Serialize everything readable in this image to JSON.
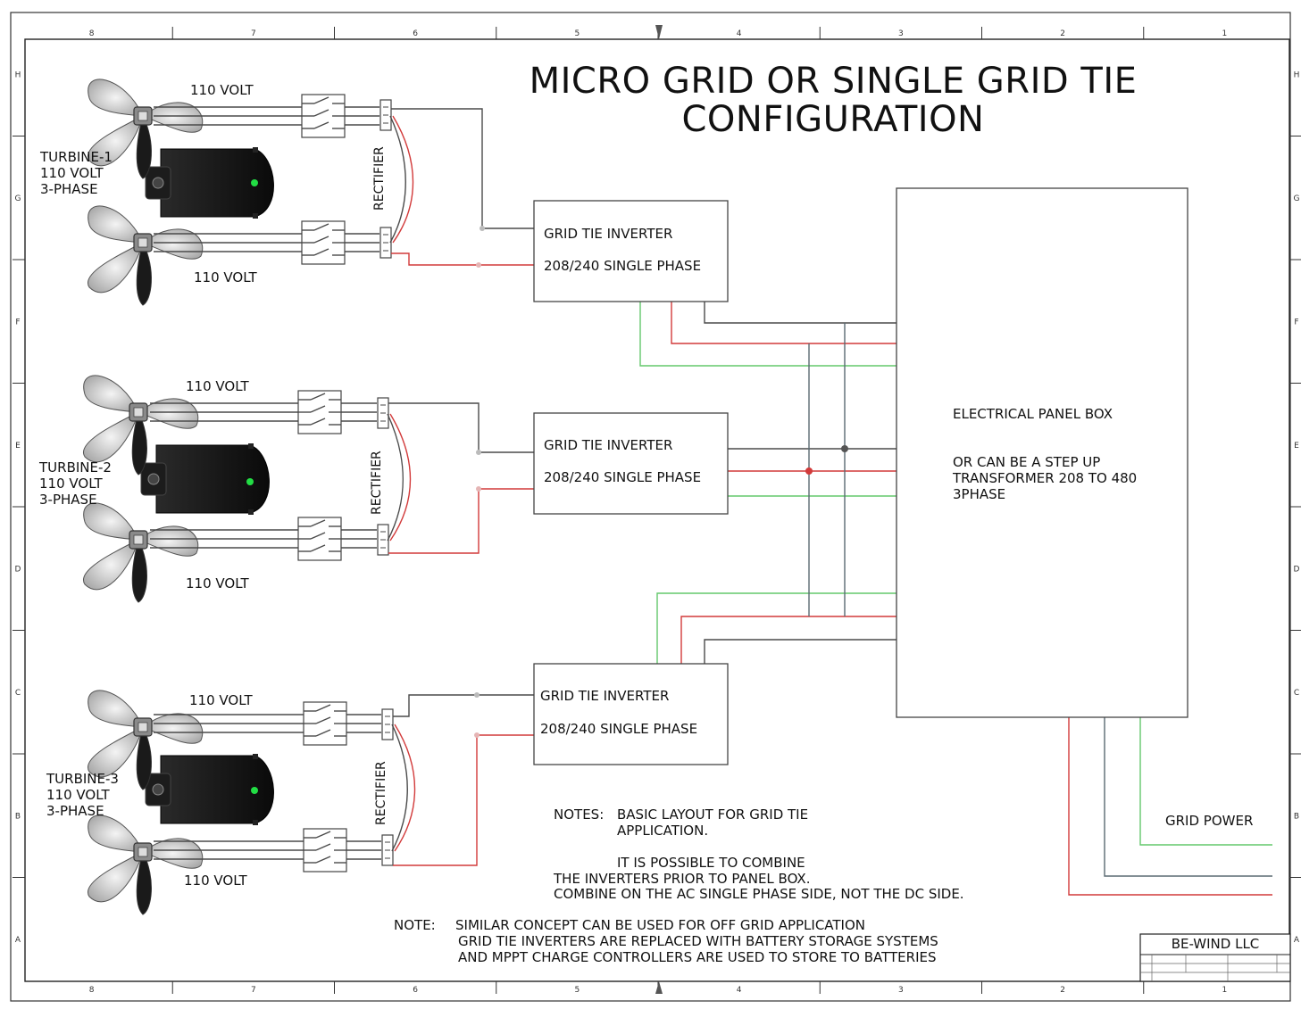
{
  "title": {
    "line1": "MICRO GRID OR SINGLE GRID TIE",
    "line2": "CONFIGURATION"
  },
  "border": {
    "col_labels": [
      "8",
      "7",
      "6",
      "5",
      "4",
      "3",
      "2",
      "1"
    ],
    "row_labels": [
      "H",
      "G",
      "F",
      "E",
      "D",
      "C",
      "B",
      "A"
    ]
  },
  "turbines": [
    {
      "name": "TURBINE-1",
      "line2": "110 VOLT",
      "line3": "3-PHASE",
      "top_voltage": "110 VOLT",
      "bottom_voltage": "110 VOLT",
      "rectifier": "RECTIFIER"
    },
    {
      "name": "TURBINE-2",
      "line2": "110 VOLT",
      "line3": "3-PHASE",
      "top_voltage": "110 VOLT",
      "bottom_voltage": "110 VOLT",
      "rectifier": "RECTIFIER"
    },
    {
      "name": "TURBINE-3",
      "line2": "110 VOLT",
      "line3": "3-PHASE",
      "top_voltage": "110 VOLT",
      "bottom_voltage": "110 VOLT",
      "rectifier": "RECTIFIER"
    }
  ],
  "inverters": [
    {
      "line1": "GRID TIE INVERTER",
      "line2": "208/240 SINGLE PHASE"
    },
    {
      "line1": "GRID TIE INVERTER",
      "line2": "208/240 SINGLE PHASE"
    },
    {
      "line1": "GRID TIE INVERTER",
      "line2": "208/240 SINGLE PHASE"
    }
  ],
  "panel": {
    "line1": "ELECTRICAL PANEL BOX",
    "line2": "OR CAN BE A STEP UP",
    "line3": "TRANSFORMER 208 TO 480",
    "line4": "3PHASE"
  },
  "grid_power": "GRID POWER",
  "notes": {
    "label": "NOTES:",
    "l1": "BASIC LAYOUT FOR GRID TIE",
    "l2": "APPLICATION.",
    "l3": "IT IS POSSIBLE TO COMBINE",
    "l4": "THE INVERTERS PRIOR TO PANEL BOX.",
    "l5": "COMBINE ON THE AC SINGLE PHASE SIDE, NOT THE DC SIDE."
  },
  "note2": {
    "label": "NOTE:",
    "l1": "SIMILAR CONCEPT CAN BE USED FOR OFF GRID APPLICATION",
    "l2": "GRID TIE INVERTERS ARE REPLACED WITH BATTERY STORAGE SYSTEMS",
    "l3": "AND MPPT CHARGE CONTROLLERS ARE USED TO STORE TO BATTERIES"
  },
  "title_block": {
    "company": "BE-WIND LLC"
  },
  "colors": {
    "dc_positive": "#d23a3a",
    "ac_ground": "#64c86c",
    "neutral": "#4a4a4a",
    "blade": "#d9d9d9",
    "nacelle": "#151515",
    "indicator": "#22dd44"
  }
}
